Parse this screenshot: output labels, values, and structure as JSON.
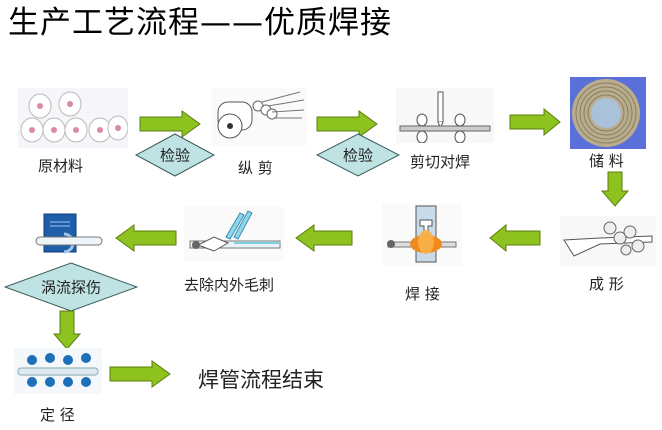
{
  "title": "生产工艺流程——优质焊接",
  "colors": {
    "arrow_fill": "#8dc21f",
    "arrow_stroke": "#5a7f10",
    "diamond_fill": "#bfe3e3",
    "diamond_stroke": "#3a5a5a",
    "coil_bg": "#5a6fd8"
  },
  "steps": [
    {
      "label": "原材料"
    },
    {
      "label": "纵 剪"
    },
    {
      "label": "剪切对焊"
    },
    {
      "label": "储 料"
    },
    {
      "label": "成 形"
    },
    {
      "label": "焊 接"
    },
    {
      "label": "去除内外毛刺"
    },
    {
      "label": "定 径"
    }
  ],
  "checks": [
    {
      "label": "检验"
    },
    {
      "label": "检验"
    },
    {
      "label": "涡流探伤"
    }
  ],
  "end_label": "焊管流程结束"
}
